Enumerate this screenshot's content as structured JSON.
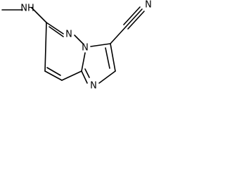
{
  "molecule": {
    "atoms": {
      "nh": "NH",
      "n_pyridazine": "N",
      "n_bridge": "N",
      "n_imidazole": "N",
      "n_nitrile": "N"
    }
  }
}
